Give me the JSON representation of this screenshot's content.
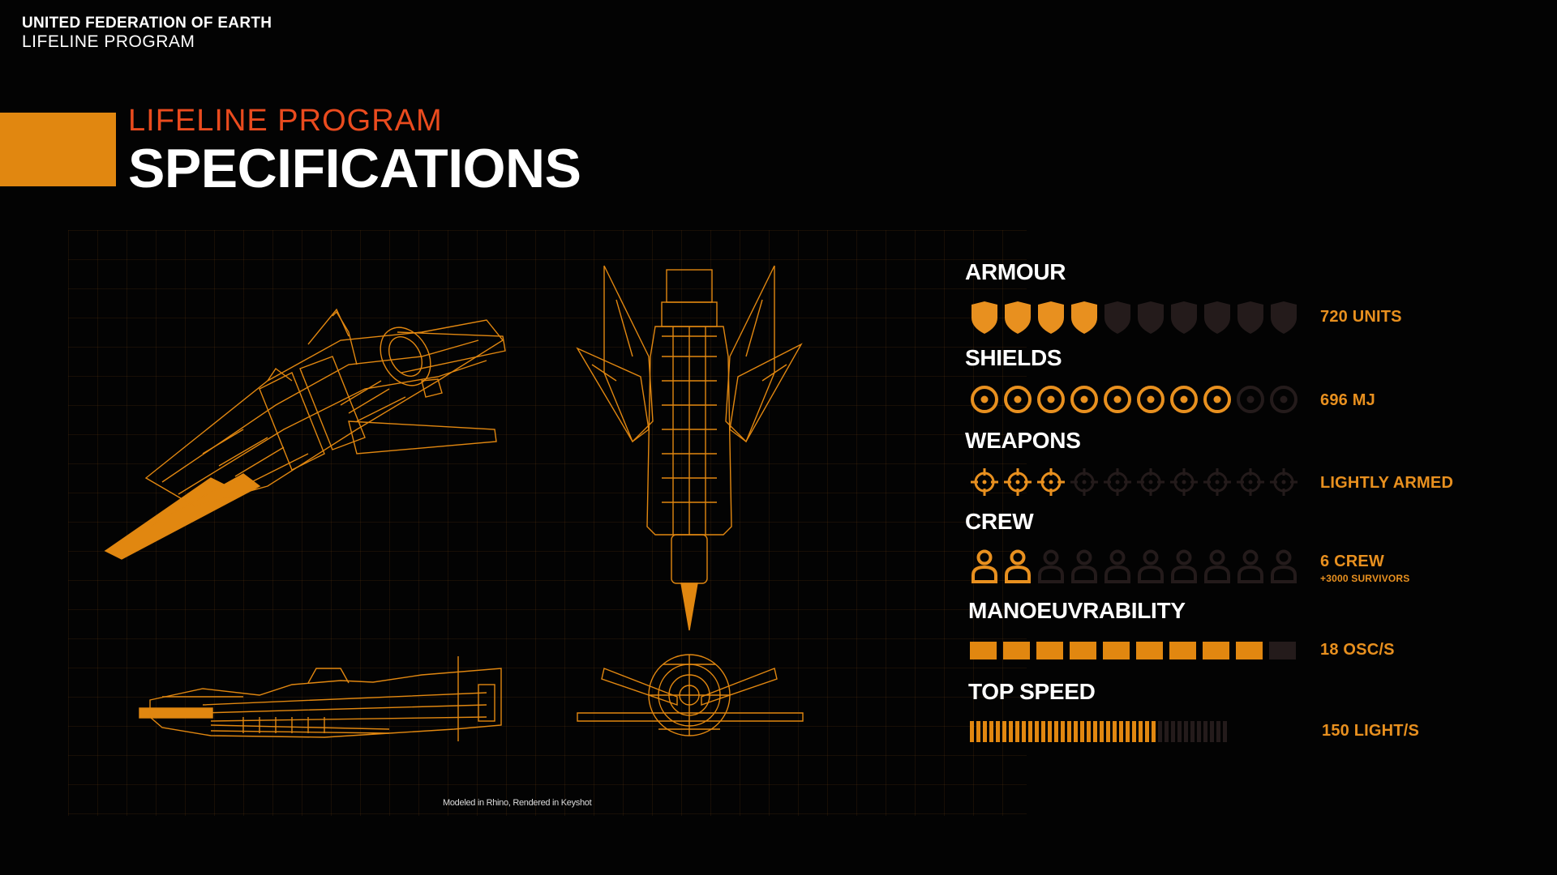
{
  "brand": {
    "org": "UNITED FEDERATION OF EARTH",
    "program": "LIFELINE PROGRAM"
  },
  "header": {
    "subtitle": "LIFELINE PROGRAM",
    "title": "SPECIFICATIONS"
  },
  "credits": "Modeled in Rhino, Rendered in Keyshot",
  "colors": {
    "accent": "#e18710",
    "subtitle": "#ea4b1e",
    "inactive": "#241b1b",
    "background": "#030303"
  },
  "stats": {
    "armour": {
      "label": "ARMOUR",
      "icon": "shield-icon",
      "filled": 4,
      "total": 10,
      "value": "720 UNITS"
    },
    "shields": {
      "label": "SHIELDS",
      "icon": "ring-icon",
      "filled": 8,
      "total": 10,
      "value": "696 MJ"
    },
    "weapons": {
      "label": "WEAPONS",
      "icon": "crosshair-icon",
      "filled": 3,
      "total": 10,
      "value": "LIGHTLY ARMED"
    },
    "crew": {
      "label": "CREW",
      "icon": "person-icon",
      "filled": 2,
      "total": 10,
      "value": "6 CREW",
      "note": "+3000 SURVIVORS"
    },
    "manoeuvrability": {
      "label": "MANOEUVRABILITY",
      "icon": "bar-segment",
      "filled": 9,
      "total": 10,
      "value": "18 OSC/S"
    },
    "top_speed": {
      "label": "TOP SPEED",
      "icon": "tick-segment",
      "filled": 29,
      "total": 40,
      "value": "150 LIGHT/S"
    }
  }
}
